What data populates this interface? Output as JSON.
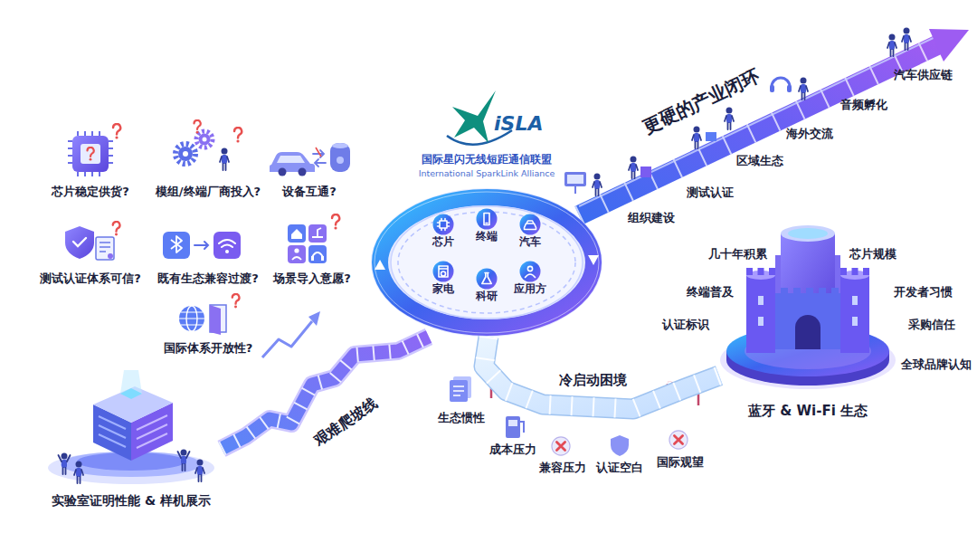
{
  "diagram": {
    "nodes": [
      {
        "text": [
          "实验室证明性能 & 样机展示"
        ]
      },
      {
        "text": [
          "iSLA",
          "国际星闪无线短距通信联盟",
          "International SparkLink Alliance"
        ]
      },
      {
        "text": [
          "芯片"
        ],
        "in": 1
      },
      {
        "text": [
          "终端"
        ],
        "in": 1
      },
      {
        "text": [
          "汽车"
        ],
        "in": 1
      },
      {
        "text": [
          "家电"
        ],
        "in": 1
      },
      {
        "text": [
          "科研"
        ],
        "in": 1
      },
      {
        "text": [
          "应用方"
        ],
        "in": 1
      },
      {
        "text": [
          "蓝牙 & Wi-Fi 生态"
        ]
      }
    ],
    "edges": [
      {
        "from": 0,
        "to": 1,
        "arrow": "none",
        "label": "艰难爬坡线"
      },
      {
        "from": 1,
        "to": 8,
        "arrow": "none",
        "label": "冷启动困境"
      }
    ],
    "labels": [
      "芯片稳定供货?",
      "模组/终端厂商投入?",
      "设备互通?",
      "测试认证体系可信?",
      "既有生态兼容过渡?",
      "场景导入意愿?",
      "国际体系开放性?",
      "更硬的产业闭环",
      "组织建设",
      "测试认证",
      "区域生态",
      "海外交流",
      "音频孵化",
      "汽车供应链",
      "生态惯性",
      "成本压力",
      "兼容压力",
      "认证空白",
      "国际观望",
      "几十年积累",
      "芯片规模",
      "终端普及",
      "开发者习惯",
      "认证标识",
      "采购信任",
      "全球品牌认知"
    ]
  }
}
